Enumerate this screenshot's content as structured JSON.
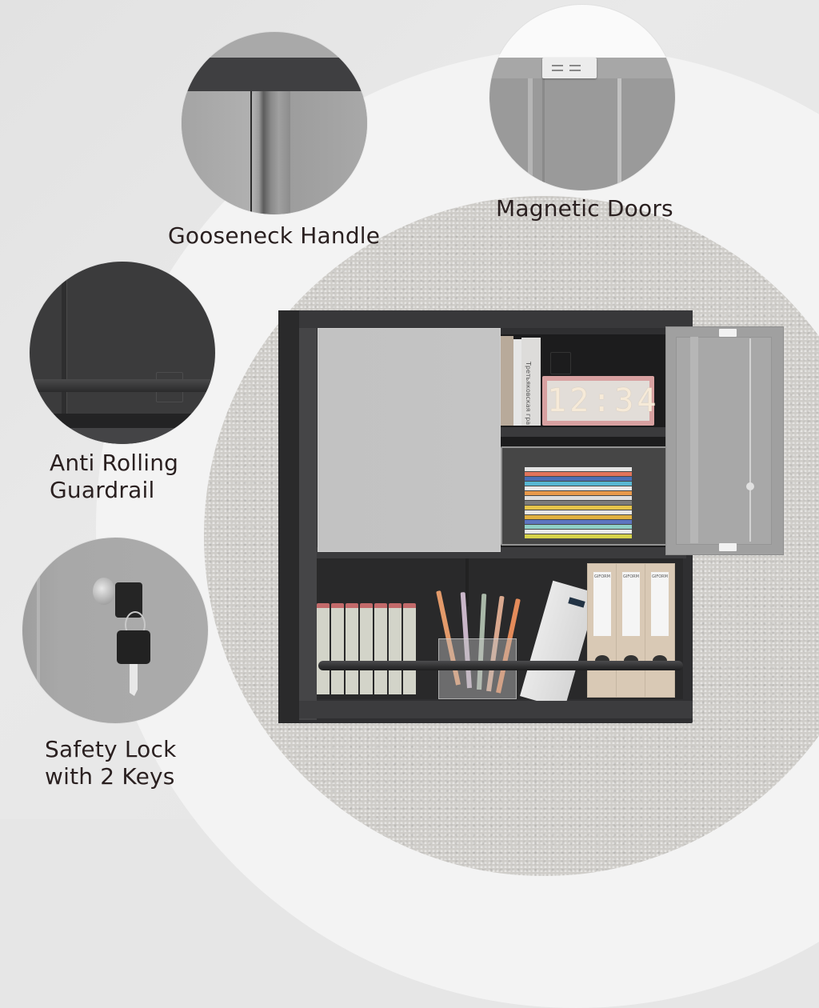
{
  "features": [
    {
      "id": "gooseneck",
      "label": "Gooseneck Handle",
      "icon": "gooseneck-handle-closeup"
    },
    {
      "id": "magnetic",
      "label": "Magnetic Doors",
      "icon": "magnetic-catch-closeup"
    },
    {
      "id": "guardrail",
      "label_line1": "Anti Rolling",
      "label_line2": "Guardrail",
      "icon": "guardrail-closeup"
    },
    {
      "id": "lock",
      "label_line1": "Safety Lock",
      "label_line2": "with 2 Keys",
      "icon": "lock-and-keys-closeup"
    }
  ],
  "product": {
    "clock_display": "12:34",
    "book_spine": "Третьяковская гра",
    "binder_brand": "GIFORM",
    "colors": {
      "cabinet_body": "#2f2f31",
      "door": "#c2c2c2",
      "label_text": "#2a2020",
      "wall": "#cfcdc9",
      "clock_frame": "#d8a1a1"
    }
  }
}
